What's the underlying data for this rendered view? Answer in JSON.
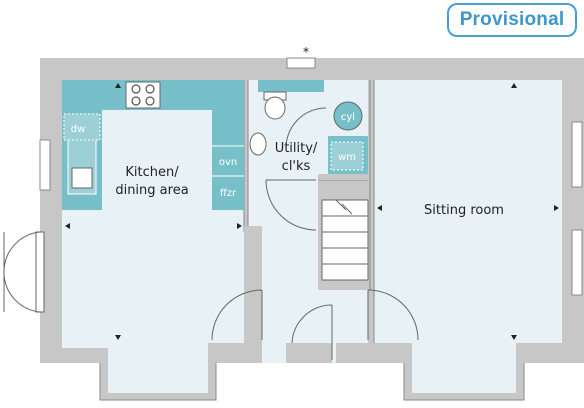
{
  "badge": {
    "text": "Provisional"
  },
  "marker": "*",
  "rooms": {
    "kitchen": {
      "line1": "Kitchen/",
      "line2": "dining area"
    },
    "utility": {
      "line1": "Utility/",
      "line2": "cl'ks"
    },
    "sitting": {
      "label": "Sitting room"
    }
  },
  "appliances": {
    "dishwasher": "dw",
    "oven": "ovn",
    "fridge_freezer": "ffzr",
    "cylinder": "cyl",
    "washing_machine": "wm"
  },
  "colors": {
    "floor": "#e8f1f5",
    "wall": "#c7c7c7",
    "fitted_units": "#78c0c9",
    "worktop": "#9ccfd6",
    "badge": "#3d96cc"
  }
}
